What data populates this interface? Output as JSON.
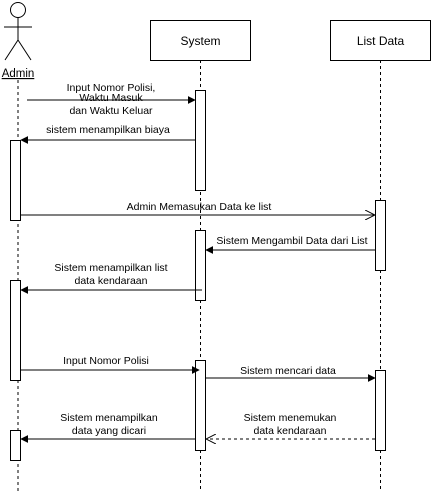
{
  "participants": {
    "admin": "Admin",
    "system": "System",
    "list_data": "List Data"
  },
  "messages": [
    {
      "lines": [
        "Input Nomor Polisi,",
        "Waktu Masuk",
        "dan Waktu Keluar"
      ],
      "style": "solid"
    },
    {
      "lines": [
        "sistem menampilkan biaya"
      ],
      "style": "solid"
    },
    {
      "lines": [
        "Admin Memasukan Data ke list"
      ],
      "style": "solid-open"
    },
    {
      "lines": [
        "Sistem Mengambil Data dari List"
      ],
      "style": "solid"
    },
    {
      "lines": [
        "Sistem menampilkan list",
        "data kendaraan"
      ],
      "style": "solid"
    },
    {
      "lines": [
        "Input Nomor Polisi"
      ],
      "style": "solid"
    },
    {
      "lines": [
        "Sistem mencari data"
      ],
      "style": "solid"
    },
    {
      "lines": [
        "Sistem menampilkan",
        "data yang dicari"
      ],
      "style": "solid"
    },
    {
      "lines": [
        "Sistem menemukan",
        "data kendaraan"
      ],
      "style": "dashed"
    }
  ]
}
